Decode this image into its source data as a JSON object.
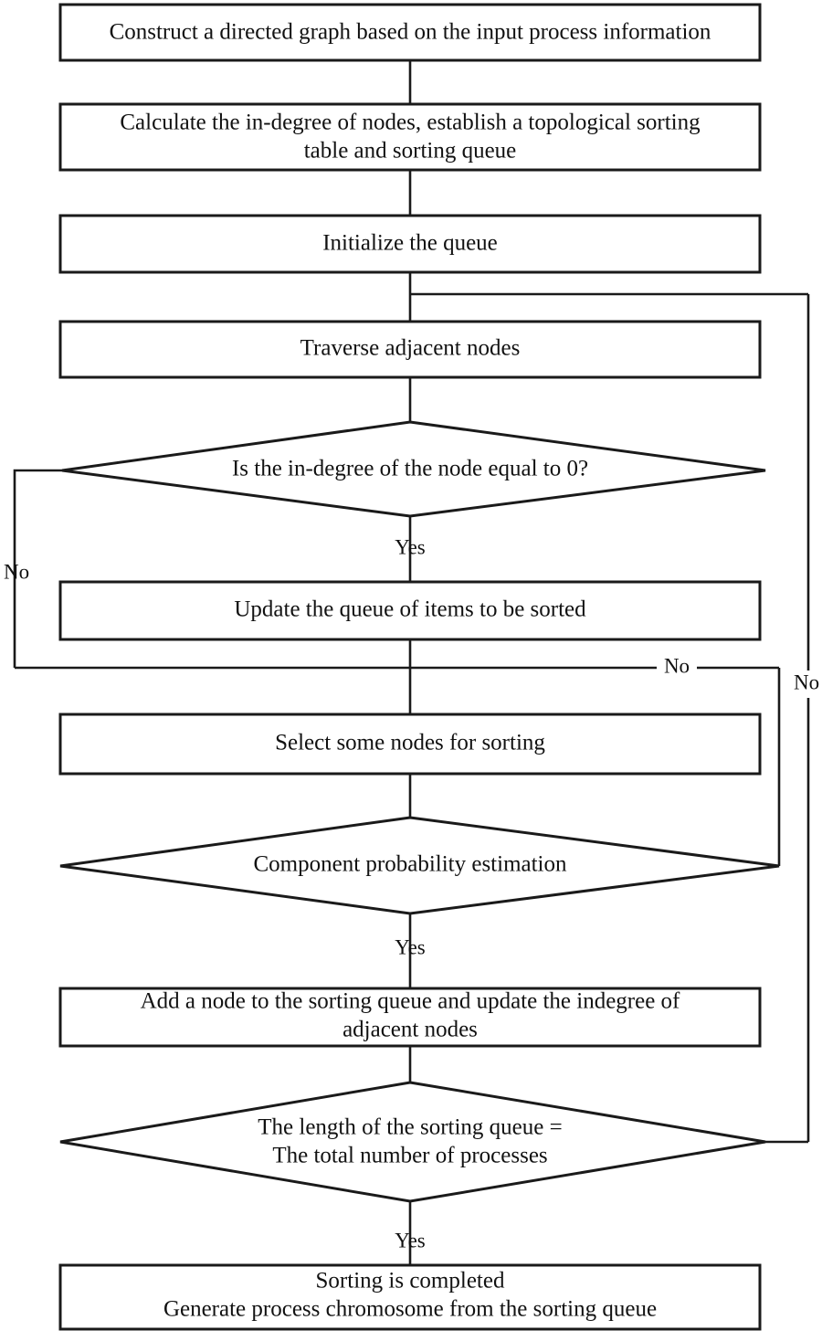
{
  "diagram": {
    "title": "Topological sorting flowchart for process chromosome generation",
    "background_color": "#ffffff",
    "stroke_color": "#1a1a1a",
    "text_color": "#111111",
    "nodes": [
      {
        "id": "n1",
        "type": "process",
        "lines": [
          "Construct a directed graph based on the input process information"
        ]
      },
      {
        "id": "n2",
        "type": "process",
        "lines": [
          "Calculate the in-degree of nodes, establish a topological sorting",
          "table and sorting queue"
        ]
      },
      {
        "id": "n3",
        "type": "process",
        "lines": [
          "Initialize the queue"
        ]
      },
      {
        "id": "n4",
        "type": "process",
        "lines": [
          "Traverse adjacent nodes"
        ]
      },
      {
        "id": "d1",
        "type": "decision",
        "lines": [
          "Is the in-degree of the node equal to 0?"
        ]
      },
      {
        "id": "n5",
        "type": "process",
        "lines": [
          "Update the queue of items to be sorted"
        ]
      },
      {
        "id": "n6",
        "type": "process",
        "lines": [
          "Select some nodes for sorting"
        ]
      },
      {
        "id": "d2",
        "type": "decision",
        "lines": [
          "Component probability estimation"
        ]
      },
      {
        "id": "n7",
        "type": "process",
        "lines": [
          "Add a node to the sorting queue and update the indegree of",
          "adjacent nodes"
        ]
      },
      {
        "id": "d3",
        "type": "decision",
        "lines": [
          "The length of the sorting queue =",
          "The total number of processes"
        ]
      },
      {
        "id": "n8",
        "type": "process",
        "lines": [
          "Sorting is completed",
          "Generate process chromosome from the sorting queue"
        ]
      }
    ],
    "edge_labels": {
      "d1_yes": "Yes",
      "d1_no": "No",
      "d2_yes": "Yes",
      "d2_no": "No",
      "d3_yes": "Yes",
      "d3_no": "No"
    }
  }
}
